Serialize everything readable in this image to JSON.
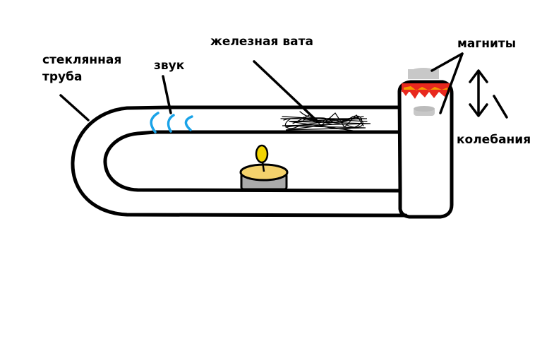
{
  "labels": {
    "glass_tube_line1": "стеклянная",
    "glass_tube_line2": "труба",
    "sound": "звук",
    "iron_wool": "железная вата",
    "magnets": "магниты",
    "oscillations": "колебания"
  },
  "colors": {
    "outline": "#000000",
    "sound_waves": "#1aa3e8",
    "flame": "#f2d400",
    "candle_body": "#f4d26c",
    "candle_base": "#aaaaaa",
    "magnet_gray": "#c8c8c8",
    "hot_red": "#e8281e",
    "hot_orange": "#f59b00",
    "background": "#ffffff"
  }
}
